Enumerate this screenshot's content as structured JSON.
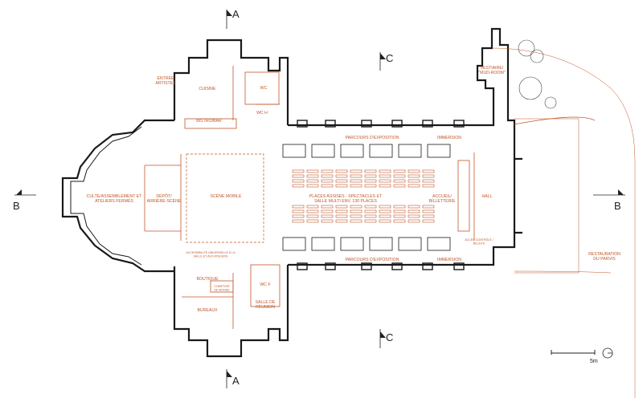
{
  "sections": {
    "a_top": "A",
    "a_bottom": "A",
    "b_left": "B",
    "b_right": "B",
    "c_top": "C",
    "c_bottom": "C"
  },
  "rooms": {
    "entree_artistes": "ENTRÉE ARTISTES",
    "cuisine": "CUISINE",
    "wc_top": "WC",
    "wc_h": "WC H",
    "bistro_bar": "BISTRO/BAR",
    "culte": "CULTE/ASSEMBLEMENT ET ATELIERS FERMÉS",
    "depot": "DÉPÔT/ ARRIÈRE-SCÈNE",
    "scene": "SCÈNE MOBILE",
    "parcours_top": "PARCOURS D'EXPOSITION",
    "immersion_top": "IMMERSION",
    "places": "PLACES ASSISES - SPECTACLES ET SALLE MULTI ENV. 130 PLACES",
    "accueil": "ACCUEIL/ BILLETTERIE",
    "hall": "HALL",
    "vestiaire": "VESTIAIRE/ \"MUD-ROOM\"",
    "parcours_bottom": "PARCOURS D'EXPOSITION",
    "immersion_bottom": "IMMERSION",
    "boutique": "BOUTIQUE",
    "comptoir": "COMPTOIR DE MONDE",
    "bureaux": "BUREAUX",
    "wc_f": "WC F",
    "salle_reunion": "SALLE DE RÉUNION",
    "access_note": "ACCESSIBILITÉ UNIVERSELLE À LA SALLE ET AUX ATELIERS",
    "caisse_note": "ACCÈS CONTRÔLÉ / BILLETS",
    "restauration": "RESTAURATION DU PARVIS"
  },
  "scale": {
    "label": "5m"
  }
}
